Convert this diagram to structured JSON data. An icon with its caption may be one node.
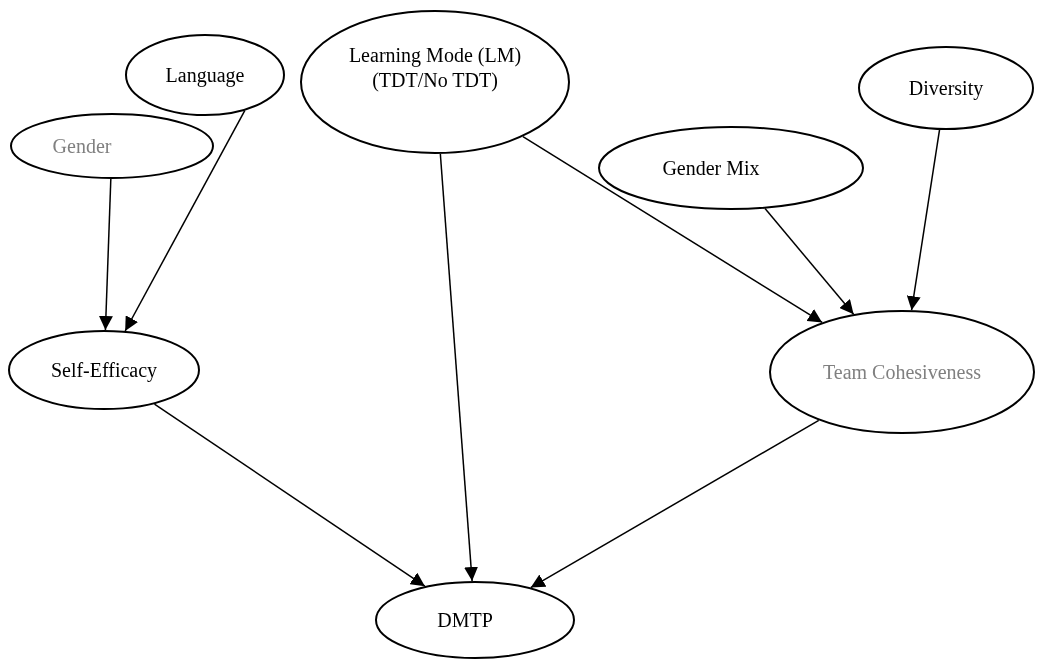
{
  "diagram": {
    "nodes": [
      {
        "text": [
          "Language"
        ]
      },
      {
        "text": [
          "Learning Mode (LM) (TDT/No TDT)"
        ]
      },
      {
        "text": [
          "Diversity"
        ]
      },
      {
        "text": [
          "Gender"
        ]
      },
      {
        "text": [
          "Gender Mix"
        ]
      },
      {
        "text": [
          "Self-Efficacy"
        ]
      },
      {
        "text": [
          "Team Cohesiveness"
        ]
      },
      {
        "text": [
          "DMTP"
        ]
      }
    ],
    "edges": [
      {
        "from": 3,
        "to": 5,
        "arrow": "to"
      },
      {
        "from": 0,
        "to": 5,
        "arrow": "to"
      },
      {
        "from": 1,
        "to": 7,
        "arrow": "to"
      },
      {
        "from": 1,
        "to": 6,
        "arrow": "to"
      },
      {
        "from": 4,
        "to": 6,
        "arrow": "to"
      },
      {
        "from": 2,
        "to": 6,
        "arrow": "to"
      },
      {
        "from": 5,
        "to": 7,
        "arrow": "to"
      },
      {
        "from": 6,
        "to": 7,
        "arrow": "to"
      }
    ]
  }
}
